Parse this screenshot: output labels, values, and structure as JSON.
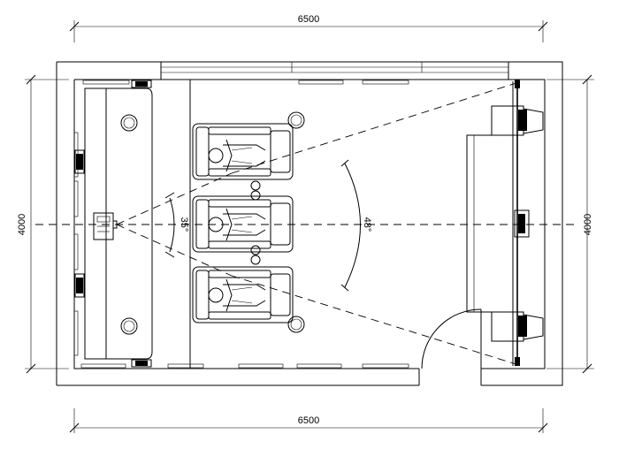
{
  "dimensions": {
    "top_width": "6500",
    "bottom_width": "6500",
    "left_height": "4000",
    "right_height": "4000"
  },
  "angles": {
    "vertical_view": "35°",
    "horizontal_view": "48°"
  },
  "colors": {
    "line": "#000000",
    "background": "#ffffff"
  }
}
